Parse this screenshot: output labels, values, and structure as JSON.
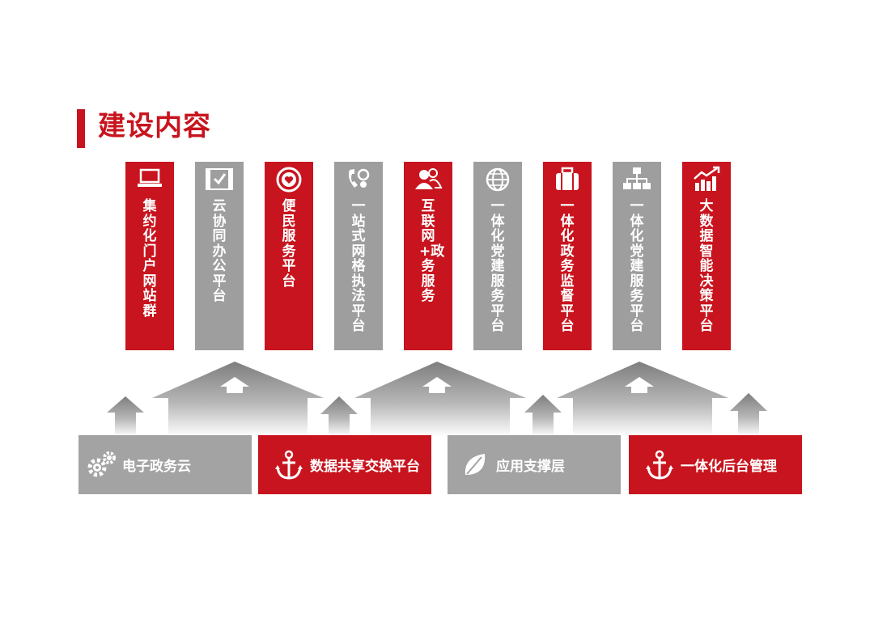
{
  "title": "建设内容",
  "colors": {
    "red": "#c8141e",
    "gray": "#9e9e9e"
  },
  "columns": [
    {
      "label": "集约化门户网站群",
      "icon": "laptop-icon",
      "style": "red"
    },
    {
      "label": "云协同办公平台",
      "icon": "film-check-icon",
      "style": "gray"
    },
    {
      "label": "便民服务平台",
      "icon": "globe-heart-icon",
      "style": "red"
    },
    {
      "label": "一站式网格执法平台",
      "icon": "phone-chat-icon",
      "style": "gray"
    },
    {
      "label": "互联网+政务服务",
      "icon": "users-icon",
      "style": "red"
    },
    {
      "label": "一体化党建服务平台",
      "icon": "globe-icon",
      "style": "gray"
    },
    {
      "label": "一体化政务监督平台",
      "icon": "briefcase-icon",
      "style": "red"
    },
    {
      "label": "一体化党建服务平台",
      "icon": "org-chart-icon",
      "style": "gray"
    },
    {
      "label": "大数据智能决策平台",
      "icon": "bar-chart-icon",
      "style": "red"
    }
  ],
  "bottom": [
    {
      "label": "电子政务云",
      "icon": "gears-icon",
      "style": "gray"
    },
    {
      "label": "数据共享交换平台",
      "icon": "anchor-icon",
      "style": "red"
    },
    {
      "label": "应用支撑层",
      "icon": "leaf-icon",
      "style": "gray"
    },
    {
      "label": "一体化后台管理",
      "icon": "anchor-icon",
      "style": "red"
    }
  ]
}
